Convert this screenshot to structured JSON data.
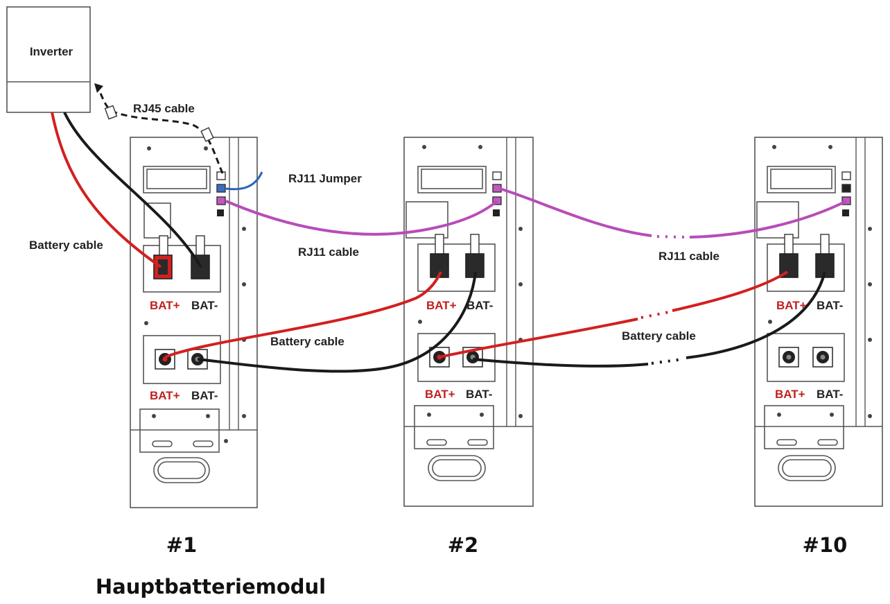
{
  "inverter": {
    "label": "Inverter"
  },
  "labels": {
    "rj45_cable": "RJ45 cable",
    "rj11_jumper": "RJ11 Jumper",
    "rj11_cable_1": "RJ11 cable",
    "rj11_cable_2": "RJ11 cable",
    "battery_cable_inverter": "Battery cable",
    "battery_cable_1": "Battery cable",
    "battery_cable_2": "Battery cable"
  },
  "terminals": {
    "positive": "BAT+",
    "negative": "BAT-"
  },
  "modules": [
    {
      "caption": "#1",
      "subcaption": "Hauptbatteriemodul"
    },
    {
      "caption": "#2"
    },
    {
      "caption": "#10"
    }
  ],
  "colors": {
    "battery_positive": "#d22020",
    "battery_negative": "#1a1a1a",
    "rj11_cable": "#b84cb8",
    "rj11_jumper": "#2a62b8",
    "rj45_cable": "#1a1a1a"
  }
}
